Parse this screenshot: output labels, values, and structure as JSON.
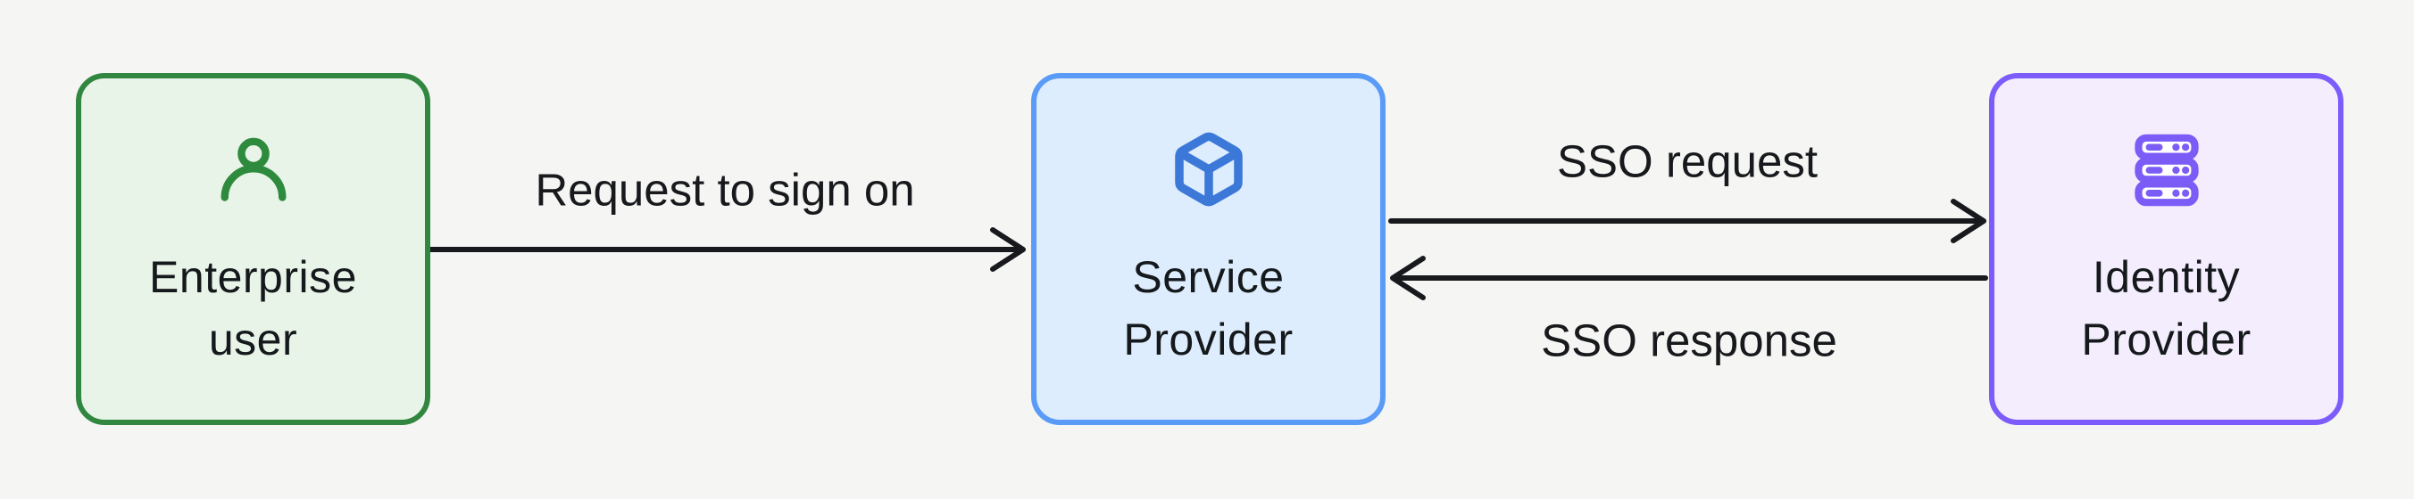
{
  "diagram": {
    "background_color": "#f5f6f3",
    "arrow_color": "#17191d",
    "text_color": "#15191c",
    "nodes": [
      {
        "id": "enterprise-user",
        "lines": [
          "Enterprise",
          "user"
        ],
        "icon": "user-icon",
        "border_color": "#328740",
        "fill_color": "#e9f4e9",
        "icon_color": "#2e8b3d"
      },
      {
        "id": "service-provider",
        "lines": [
          "Service",
          "Provider"
        ],
        "icon": "cube-icon",
        "border_color": "#5b9bf8",
        "fill_color": "#ddedfd",
        "icon_color": "#3c78d8"
      },
      {
        "id": "identity-provider",
        "lines": [
          "Identity",
          "Provider"
        ],
        "icon": "server-icon",
        "border_color": "#7c5cfa",
        "fill_color": "#f3edfd",
        "icon_color": "#7c5cf6"
      }
    ],
    "edges": [
      {
        "from": "enterprise-user",
        "to": "service-provider",
        "direction": "right",
        "label": "Request to sign on"
      },
      {
        "from": "service-provider",
        "to": "identity-provider",
        "direction": "right",
        "label": "SSO request"
      },
      {
        "from": "identity-provider",
        "to": "service-provider",
        "direction": "left",
        "label": "SSO response"
      }
    ]
  }
}
